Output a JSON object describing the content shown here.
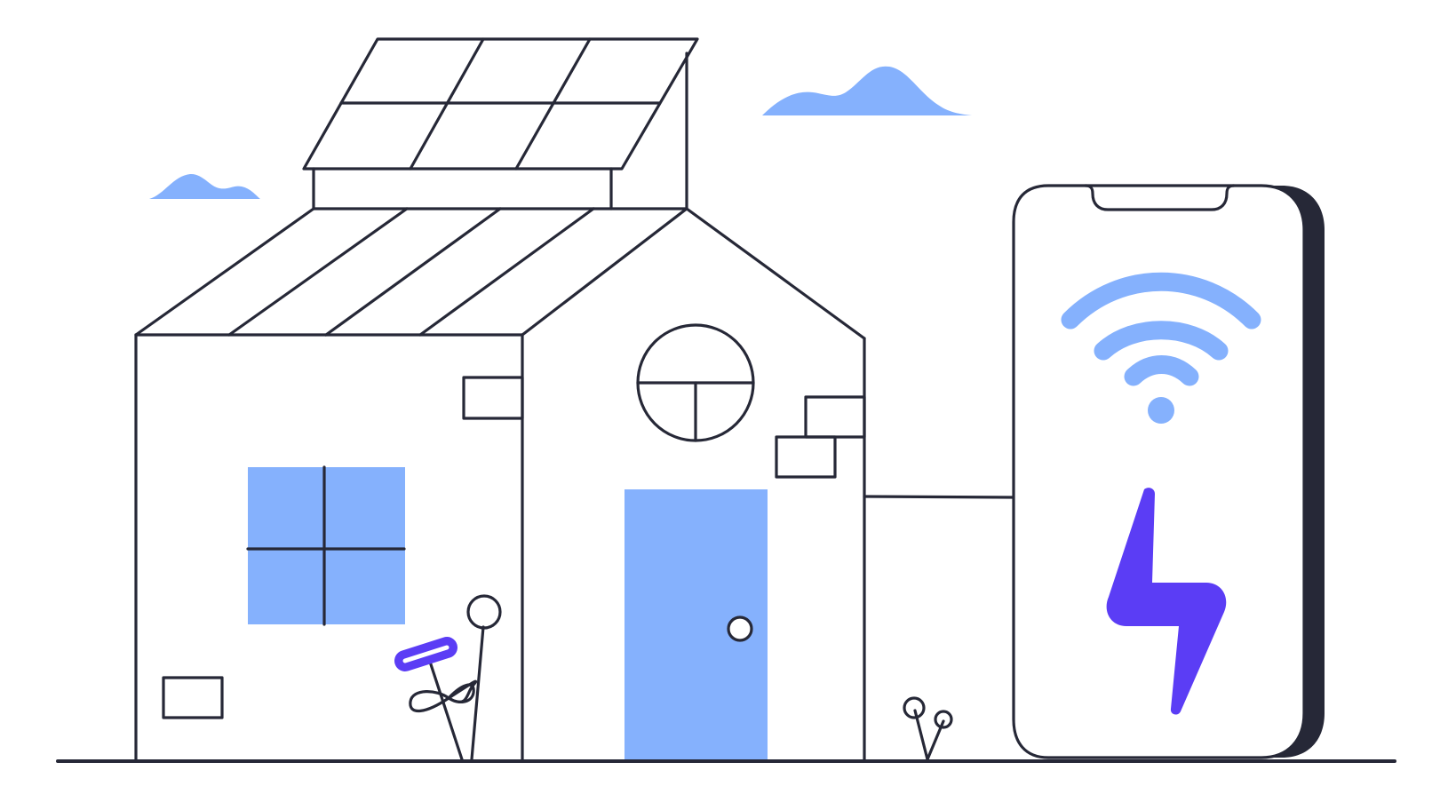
{
  "palette": {
    "stroke": "#262837",
    "sky_blue": "#85B1FD",
    "accent_purple": "#5B3DF5",
    "background": "#FFFFFF"
  },
  "illustration": {
    "subject": [
      "house",
      "solar-panel",
      "smartphone",
      "wifi-icon",
      "lightning-bolt-icon",
      "clouds",
      "plants"
    ]
  }
}
